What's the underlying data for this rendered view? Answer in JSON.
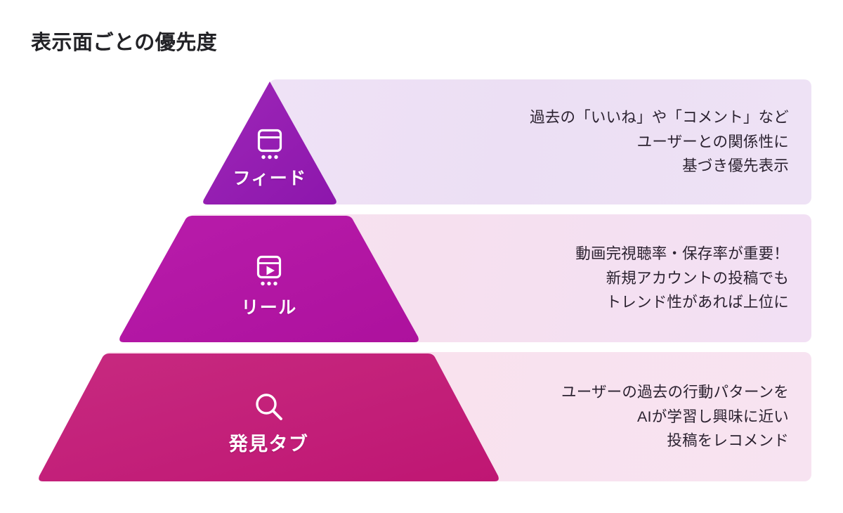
{
  "page": {
    "title": "表示面ごとの優先度",
    "background_color": "#ffffff",
    "title_color": "#222226"
  },
  "diagram": {
    "type": "pyramid",
    "orientation": "apex-top",
    "tier_count": 3,
    "tiers": [
      {
        "id": "feed",
        "rank": 1,
        "label": "フィード",
        "icon": "feed-card-icon",
        "shape": "triangle",
        "fill_color": "#9a22b5",
        "panel_color": "#ecdff4",
        "description": "過去の「いいね」や「コメント」など\nユーザーとの関係性に\n基づき優先表示",
        "description_lines": [
          "過去の「いいね」や「コメント」など",
          "ユーザーとの関係性に",
          "基づき優先表示"
        ]
      },
      {
        "id": "reels",
        "rank": 2,
        "label": "リール",
        "icon": "video-play-icon",
        "shape": "trapezoid",
        "fill_color": "#b516a5",
        "panel_color": "#f6e0ef",
        "description": "動画完視聴率・保存率が重要！\n新規アカウントの投稿でも\nトレンド性があれば上位に",
        "description_lines": [
          "動画完視聴率・保存率が重要！",
          "新規アカウントの投稿でも",
          "トレンド性があれば上位に"
        ]
      },
      {
        "id": "explore",
        "rank": 3,
        "label": "発見タブ",
        "icon": "search-icon",
        "shape": "trapezoid",
        "fill_color": "#c4207a",
        "panel_color": "#f9e2ee",
        "description": "ユーザーの過去の行動パターンを\nAIが学習し興味に近い\n投稿をレコメンド",
        "description_lines": [
          "ユーザーの過去の行動パターンを",
          "AIが学習し興味に近い",
          "投稿をレコメンド"
        ]
      }
    ]
  }
}
